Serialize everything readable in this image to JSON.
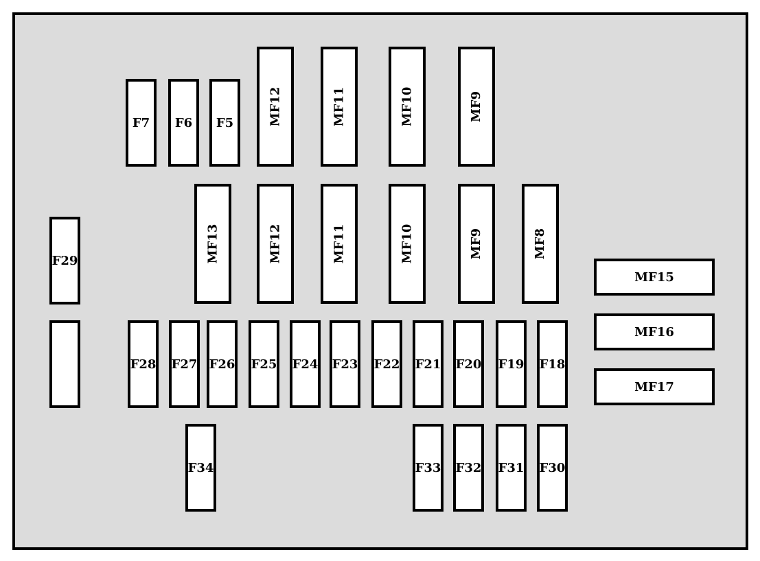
{
  "colors": {
    "panel_bg": "#dcdcdc",
    "fuse_bg": "#ffffff",
    "outline": "#000000"
  },
  "fuses": {
    "F7": "F7",
    "F6": "F6",
    "F5": "F5",
    "MF12_top": "MF12",
    "MF11_top": "MF11",
    "MF10_top": "MF10",
    "MF9_top": "MF9",
    "MF13": "MF13",
    "MF12_mid": "MF12",
    "MF11_mid": "MF11",
    "MF10_mid": "MF10",
    "MF9_mid": "MF9",
    "MF8": "MF8",
    "F29": "F29",
    "blank": "",
    "F28": "F28",
    "F27": "F27",
    "F26": "F26",
    "F25": "F25",
    "F24": "F24",
    "F23": "F23",
    "F22": "F22",
    "F21": "F21",
    "F20": "F20",
    "F19": "F19",
    "F18": "F18",
    "F34": "F34",
    "F33": "F33",
    "F32": "F32",
    "F31": "F31",
    "F30": "F30",
    "MF15": "MF15",
    "MF16": "MF16",
    "MF17": "MF17"
  }
}
